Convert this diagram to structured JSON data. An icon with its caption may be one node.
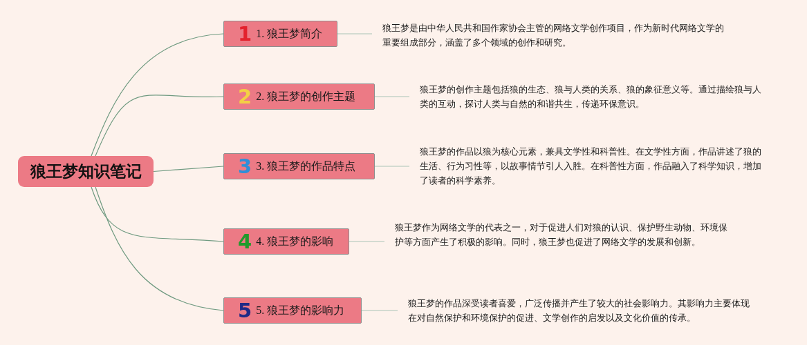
{
  "diagram": {
    "nodes": [
      {
        "text": [
          "狼王梦知识笔记"
        ]
      },
      {
        "text": [
          "1",
          "1. 狼王梦简介"
        ]
      },
      {
        "text": [
          "2",
          "2. 狼王梦的创作主题"
        ]
      },
      {
        "text": [
          "3",
          "3. 狼王梦的作品特点"
        ]
      },
      {
        "text": [
          "4",
          "4. 狼王梦的影响"
        ]
      },
      {
        "text": [
          "5",
          "5. 狼王梦的影响力"
        ]
      },
      {
        "text": [
          "狼王梦是由中华人民共和国作家协会主管的网络文学创作项目，作为新时代网络文学的重要组成部分，涵盖了多个领域的创作和研究。"
        ]
      },
      {
        "text": [
          "狼王梦的创作主题包括狼的生态、狼与人类的关系、狼的象征意义等。通过描绘狼与人类的互动，探讨人类与自然的和谐共生，传递环保意识。"
        ]
      },
      {
        "text": [
          "狼王梦的作品以狼为核心元素，兼具文学性和科普性。在文学性方面，作品讲述了狼的生活、行为习性等，以故事情节引人入胜。在科普性方面，作品融入了科学知识，增加了读者的科学素养。"
        ]
      },
      {
        "text": [
          "狼王梦作为网络文学的代表之一，对于促进人们对狼的认识、保护野生动物、环境保护等方面产生了积极的影响。同时，狼王梦也促进了网络文学的发展和创新。"
        ]
      },
      {
        "text": [
          "狼王梦的作品深受读者喜爱，广泛传播并产生了较大的社会影响力。其影响力主要体现在对自然保护和环境保护的促进、文学创作的启发以及文化价值的传承。"
        ]
      }
    ],
    "edges": [
      {
        "from": 0,
        "to": 1,
        "arrow": "none"
      },
      {
        "from": 0,
        "to": 2,
        "arrow": "none"
      },
      {
        "from": 0,
        "to": 3,
        "arrow": "none"
      },
      {
        "from": 0,
        "to": 4,
        "arrow": "none"
      },
      {
        "from": 0,
        "to": 5,
        "arrow": "none"
      },
      {
        "from": 1,
        "to": 6,
        "arrow": "none",
        "color": "#a9c4b5"
      },
      {
        "from": 2,
        "to": 7,
        "arrow": "none",
        "color": "#a9c4b5"
      },
      {
        "from": 3,
        "to": 8,
        "arrow": "none",
        "color": "#a9c4b5"
      },
      {
        "from": 4,
        "to": 9,
        "arrow": "none",
        "color": "#a9c4b5"
      },
      {
        "from": 5,
        "to": 10,
        "arrow": "none",
        "color": "#a9c4b5"
      }
    ]
  }
}
